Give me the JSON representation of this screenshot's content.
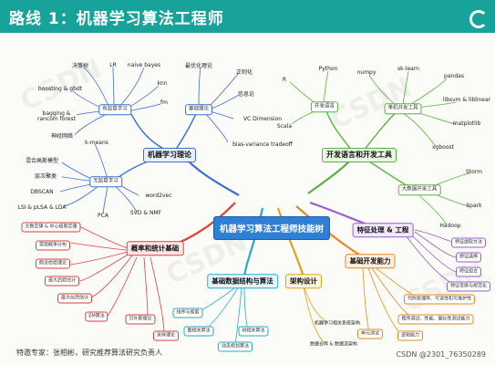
{
  "header": {
    "title": "路线 1：机器学习算法工程师",
    "logo": "csdn-logo"
  },
  "root": "机器学习算法工程师技能树",
  "watermark": "CSDN",
  "hubs": {
    "ml_theory": "机器学习理论",
    "dev_lang": "开发语言和开发工具",
    "feature": "特征处理 & 工程",
    "prob_stat": "概率和统计基础",
    "ds_algo": "基础数据结构与算法",
    "arch": "架构设计",
    "basic_dev": "基础开发能力"
  },
  "ml": {
    "supervised": "有监督学习",
    "basic_theory": "基础理论",
    "unsupervised": "无监督学习",
    "decision_tree": "决策树",
    "lr": "LR",
    "naive_bayes": "naive bayes",
    "boosting": "boosting & gbdt",
    "knn": "knn",
    "bagging": "bagging &\nrancom forest",
    "fm": "fm",
    "nn": "神经网络",
    "pac": "最优化理论",
    "regularization": "正则化",
    "info_theory": "信息论",
    "vc": "VC Dimension",
    "bias_var": "bias-variance tradeoff",
    "kmeans": "k-means",
    "gmm": "混合高斯模型",
    "hierarchical": "层次聚类",
    "dbscan": "DBSCAN",
    "lsi": "LSI & pLSA & LDA",
    "word2vec": "word2vec",
    "pca": "PCA",
    "svd": "SVD & NMF"
  },
  "dev": {
    "langs": "开发语言",
    "single": "单机开发工具",
    "bigdata": "大数据开发工具",
    "r": "R",
    "python": "Python",
    "scala": "Scala",
    "numpy": "numpy",
    "sklearn": "sk-learn",
    "pandas": "pandas",
    "libsvm": "libsvm & liblinear",
    "matplotlib": "matplotlib",
    "xgboost": "xgboost",
    "storm": "Storm",
    "spark": "Spark",
    "hadoop": "Hadoop"
  },
  "feat": [
    "特征提取方法",
    "特征选择",
    "特征组合",
    "特征变换与规范化"
  ],
  "prob": [
    "大数定律 & 中心极限定理",
    "常用概率分布",
    "假设检验理论",
    "最大后验估计",
    "最大似然估计",
    "EM算法",
    "贝叶斯理论",
    "采样理论"
  ],
  "ds": [
    "排序与搜索",
    "图相关算法",
    "树相关算法",
    "动态规划算法"
  ],
  "arch_items": [
    "机器学习相关系统架构",
    "数据仓库 & 数据流架构"
  ],
  "basic_items": [
    "代码管理库、可读性和可维护性",
    "程序调试、性能、健壮性测试能力",
    "逻辑能力",
    "单元测试"
  ],
  "footer": {
    "left": "特邀专家：张相彬，研究推荐算法研究负责人",
    "right": "CSDN @2301_76350289"
  },
  "colors": {
    "header": "#17a29a",
    "root": "#2f7fd6",
    "ml": "#3a6fd0",
    "dev": "#59b33c",
    "feat": "#9a5cc9",
    "prob": "#d9423d",
    "ds": "#2aa7c8",
    "arch": "#e0a21c",
    "basic": "#e48a1e"
  }
}
